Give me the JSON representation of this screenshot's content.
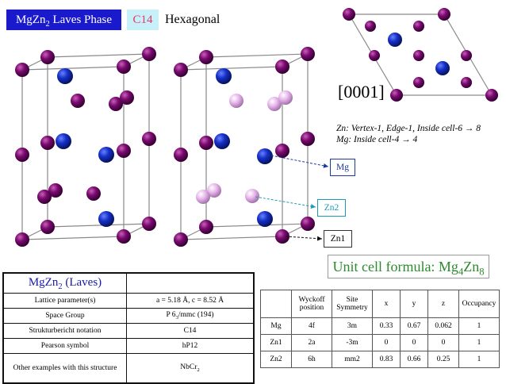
{
  "header": {
    "title_main": "MgZn",
    "title_sub": "2",
    "title_rest": " Laves Phase",
    "strukturbericht_tag": "C14",
    "crystal_system": "Hexagonal"
  },
  "projection": {
    "direction": "[0001]"
  },
  "site_counts": {
    "zn_line": "Zn: Vertex-1, Edge-1, Inside cell-6 → 8",
    "mg_line": "Mg: Inside cell-4 → 4"
  },
  "callouts": {
    "mg": "Mg",
    "zn2": "Zn2",
    "zn1": "Zn1"
  },
  "formula": {
    "prefix": "Unit cell formula: Mg",
    "mg_sub": "4",
    "mid": "Zn",
    "zn_sub": "8"
  },
  "colors": {
    "mg_atom": "#1530c8",
    "zn1_atom": "#7a0a70",
    "zn2_atom": "#e6b4ea",
    "title_bg": "#1a1acc",
    "formula_text": "#2e8a2e"
  },
  "properties_table": {
    "heading_main": "MgZn",
    "heading_sub": "2",
    "heading_rest": " (Laves)",
    "rows": [
      {
        "label": "Lattice parameter(s)",
        "value": "a = 5.18 Å, c = 8.52 Å"
      },
      {
        "label": "Space Group",
        "value_pre": "P 6",
        "value_sub": "3",
        "value_post": "/mmc (194)"
      },
      {
        "label": "Strukturbericht notation",
        "value": "C14"
      },
      {
        "label": "Pearson symbol",
        "value": "hP12"
      },
      {
        "label": "Other examples with this structure",
        "value_pre": "NbCr",
        "value_sub": "2"
      }
    ]
  },
  "wyckoff_table": {
    "headers": [
      "",
      "Wyckoff position",
      "Site Symmetry",
      "x",
      "y",
      "z",
      "Occupancy"
    ],
    "rows": [
      [
        "Mg",
        "4f",
        "3m",
        "0.33",
        "0.67",
        "0.062",
        "1"
      ],
      [
        "Zn1",
        "2a",
        "-3m",
        "0",
        "0",
        "0",
        "1"
      ],
      [
        "Zn2",
        "6h",
        "mm2",
        "0.83",
        "0.66",
        "0.25",
        "1"
      ]
    ]
  }
}
